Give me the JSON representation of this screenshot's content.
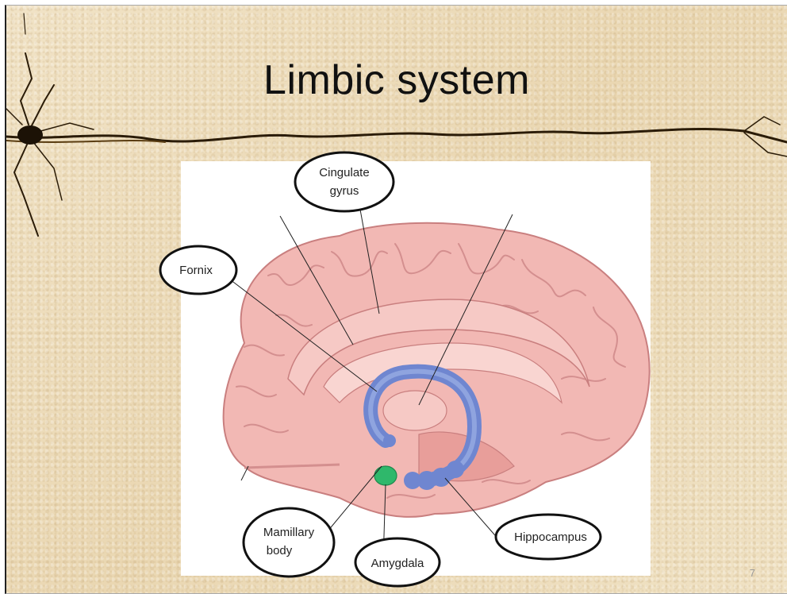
{
  "slide": {
    "title": "Limbic system",
    "page_number": "7"
  },
  "labels": {
    "cingulate_gyrus": [
      "Cingulate",
      "gyrus"
    ],
    "fornix": "Fornix",
    "mamillary_body": [
      "Mamillary",
      "body"
    ],
    "amygdala": "Amygdala",
    "hippocampus": "Hippocampus"
  },
  "colors": {
    "brain": "#f2b8b4",
    "brain_outline": "#c97f7f",
    "fornix_hippocampus": "#6f86d0",
    "amygdala": "#2fb86b"
  }
}
